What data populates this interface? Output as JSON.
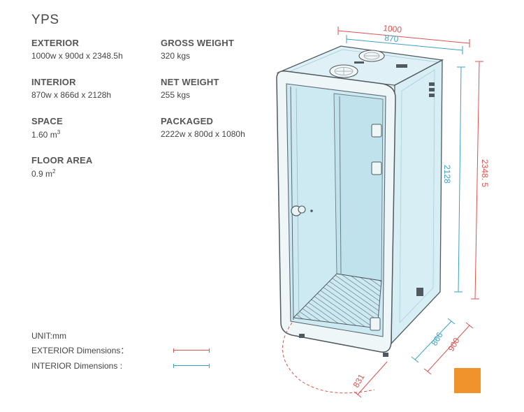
{
  "title": "YPS",
  "specs_left": [
    {
      "label": "EXTERIOR",
      "value": "1000w x 900d x 2348.5h"
    },
    {
      "label": "INTERIOR",
      "value": "870w x 866d x 2128h"
    },
    {
      "label": "SPACE",
      "value": "1.60 m",
      "sup": "3"
    },
    {
      "label": "FLOOR AREA",
      "value": "0.9 m",
      "sup": "2"
    }
  ],
  "specs_right": [
    {
      "label": "GROSS WEIGHT",
      "value": "320 kgs"
    },
    {
      "label": "NET WEIGHT",
      "value": "255 kgs"
    },
    {
      "label": "PACKAGED",
      "value": "2222w x 800d x 1080h"
    }
  ],
  "legend": {
    "unit": "UNIT:mm",
    "exterior": "EXTERIOR Dimensions：",
    "interior": "INTERIOR Dimensions :"
  },
  "dimensions": {
    "exterior_width": "1000",
    "interior_width": "870",
    "exterior_height": "2348. 5",
    "interior_height": "2128",
    "interior_depth": "866",
    "exterior_depth": "900",
    "door_swing": "831"
  },
  "colors": {
    "exterior": "#d9534f",
    "interior": "#3aa0c4",
    "glass": "#cdeaf2",
    "frame": "#5b6770",
    "accent_swatch": "#f0932b"
  },
  "icons": [
    "fan-icon",
    "door-handle-icon",
    "hinge-icon"
  ]
}
